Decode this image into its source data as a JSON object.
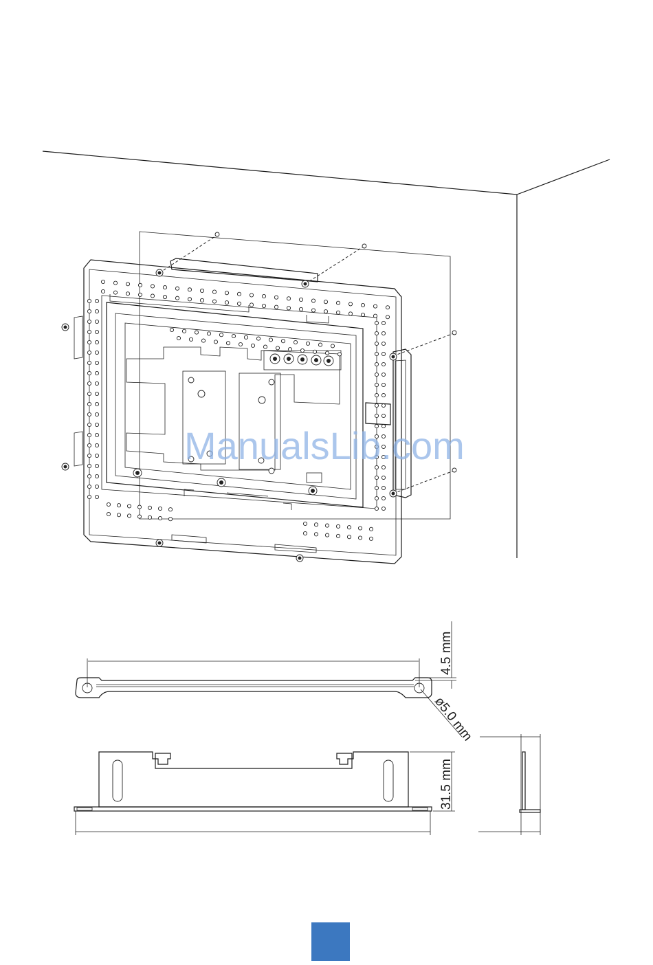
{
  "watermark": "ManualsLib.com",
  "dimensions": {
    "slot_offset": "4.5 mm",
    "hole_diameter": "ø5.0 mm",
    "bracket_height": "31.5 mm"
  },
  "page_number": "",
  "colors": {
    "line": "#1a1a1a",
    "watermark": "#8fb3e6",
    "page_badge": "#3c78c0"
  }
}
